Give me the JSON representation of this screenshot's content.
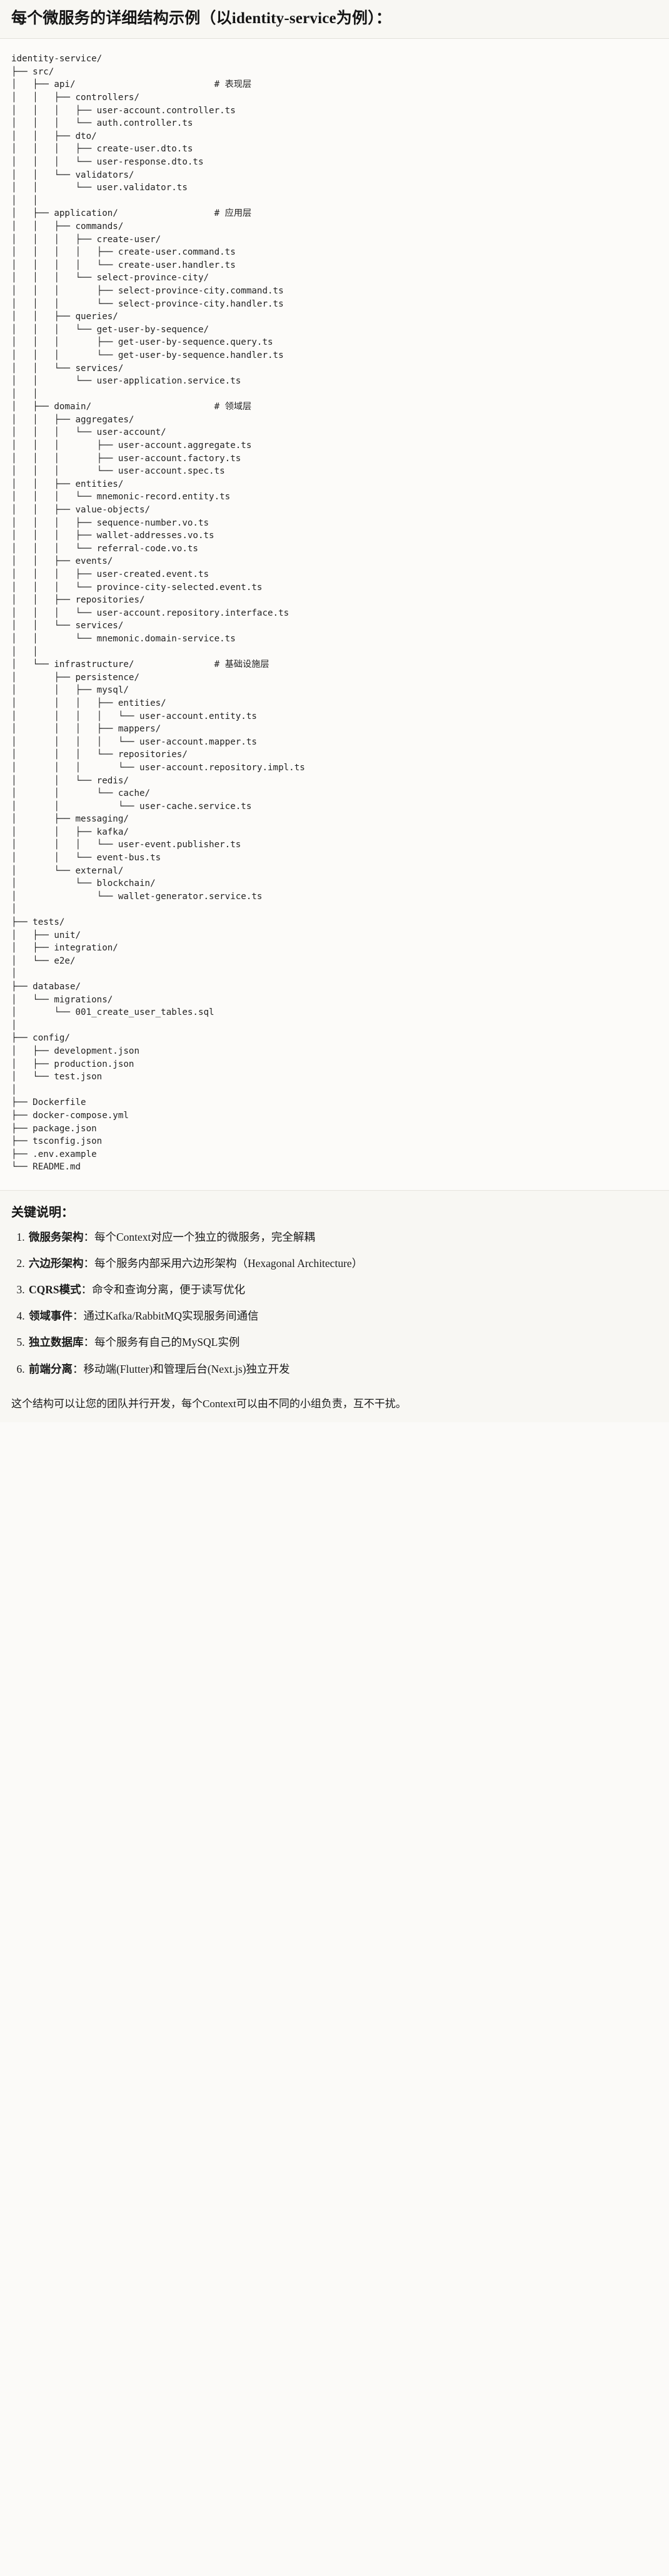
{
  "header": {
    "title": "每个微服务的详细结构示例（以identity-service为例）："
  },
  "tree": {
    "root": "identity-service/",
    "comments": {
      "api": "# 表现层",
      "application": "# 应用层",
      "domain": "# 领域层",
      "infrastructure": "# 基础设施层"
    },
    "lines": [
      "identity-service/",
      "├── src/",
      "│   ├── api/                          # 表现层",
      "│   │   ├── controllers/",
      "│   │   │   ├── user-account.controller.ts",
      "│   │   │   └── auth.controller.ts",
      "│   │   ├── dto/",
      "│   │   │   ├── create-user.dto.ts",
      "│   │   │   └── user-response.dto.ts",
      "│   │   └── validators/",
      "│   │       └── user.validator.ts",
      "│   │",
      "│   ├── application/                  # 应用层",
      "│   │   ├── commands/",
      "│   │   │   ├── create-user/",
      "│   │   │   │   ├── create-user.command.ts",
      "│   │   │   │   └── create-user.handler.ts",
      "│   │   │   └── select-province-city/",
      "│   │   │       ├── select-province-city.command.ts",
      "│   │   │       └── select-province-city.handler.ts",
      "│   │   ├── queries/",
      "│   │   │   └── get-user-by-sequence/",
      "│   │   │       ├── get-user-by-sequence.query.ts",
      "│   │   │       └── get-user-by-sequence.handler.ts",
      "│   │   └── services/",
      "│   │       └── user-application.service.ts",
      "│   │",
      "│   ├── domain/                       # 领域层",
      "│   │   ├── aggregates/",
      "│   │   │   └── user-account/",
      "│   │   │       ├── user-account.aggregate.ts",
      "│   │   │       ├── user-account.factory.ts",
      "│   │   │       └── user-account.spec.ts",
      "│   │   ├── entities/",
      "│   │   │   └── mnemonic-record.entity.ts",
      "│   │   ├── value-objects/",
      "│   │   │   ├── sequence-number.vo.ts",
      "│   │   │   ├── wallet-addresses.vo.ts",
      "│   │   │   └── referral-code.vo.ts",
      "│   │   ├── events/",
      "│   │   │   ├── user-created.event.ts",
      "│   │   │   └── province-city-selected.event.ts",
      "│   │   ├── repositories/",
      "│   │   │   └── user-account.repository.interface.ts",
      "│   │   └── services/",
      "│   │       └── mnemonic.domain-service.ts",
      "│   │",
      "│   └── infrastructure/               # 基础设施层",
      "│       ├── persistence/",
      "│       │   ├── mysql/",
      "│       │   │   ├── entities/",
      "│       │   │   │   └── user-account.entity.ts",
      "│       │   │   ├── mappers/",
      "│       │   │   │   └── user-account.mapper.ts",
      "│       │   │   └── repositories/",
      "│       │   │       └── user-account.repository.impl.ts",
      "│       │   └── redis/",
      "│       │       └── cache/",
      "│       │           └── user-cache.service.ts",
      "│       ├── messaging/",
      "│       │   ├── kafka/",
      "│       │   │   └── user-event.publisher.ts",
      "│       │   └── event-bus.ts",
      "│       └── external/",
      "│           └── blockchain/",
      "│               └── wallet-generator.service.ts",
      "│",
      "├── tests/",
      "│   ├── unit/",
      "│   ├── integration/",
      "│   └── e2e/",
      "│",
      "├── database/",
      "│   └── migrations/",
      "│       └── 001_create_user_tables.sql",
      "│",
      "├── config/",
      "│   ├── development.json",
      "│   ├── production.json",
      "│   └── test.json",
      "│",
      "├── Dockerfile",
      "├── docker-compose.yml",
      "├── package.json",
      "├── tsconfig.json",
      "├── .env.example",
      "└── README.md"
    ]
  },
  "notes": {
    "title": "关键说明：",
    "items": [
      {
        "term": "微服务架构",
        "desc": "：每个Context对应一个独立的微服务，完全解耦"
      },
      {
        "term": "六边形架构",
        "desc": "：每个服务内部采用六边形架构（Hexagonal Architecture）"
      },
      {
        "term": "CQRS模式",
        "desc": "：命令和查询分离，便于读写优化"
      },
      {
        "term": "领域事件",
        "desc": "：通过Kafka/RabbitMQ实现服务间通信"
      },
      {
        "term": "独立数据库",
        "desc": "：每个服务有自己的MySQL实例"
      },
      {
        "term": "前端分离",
        "desc": "：移动端(Flutter)和管理后台(Next.js)独立开发"
      }
    ],
    "footer": "这个结构可以让您的团队并行开发，每个Context可以由不同的小组负责，互不干扰。"
  }
}
